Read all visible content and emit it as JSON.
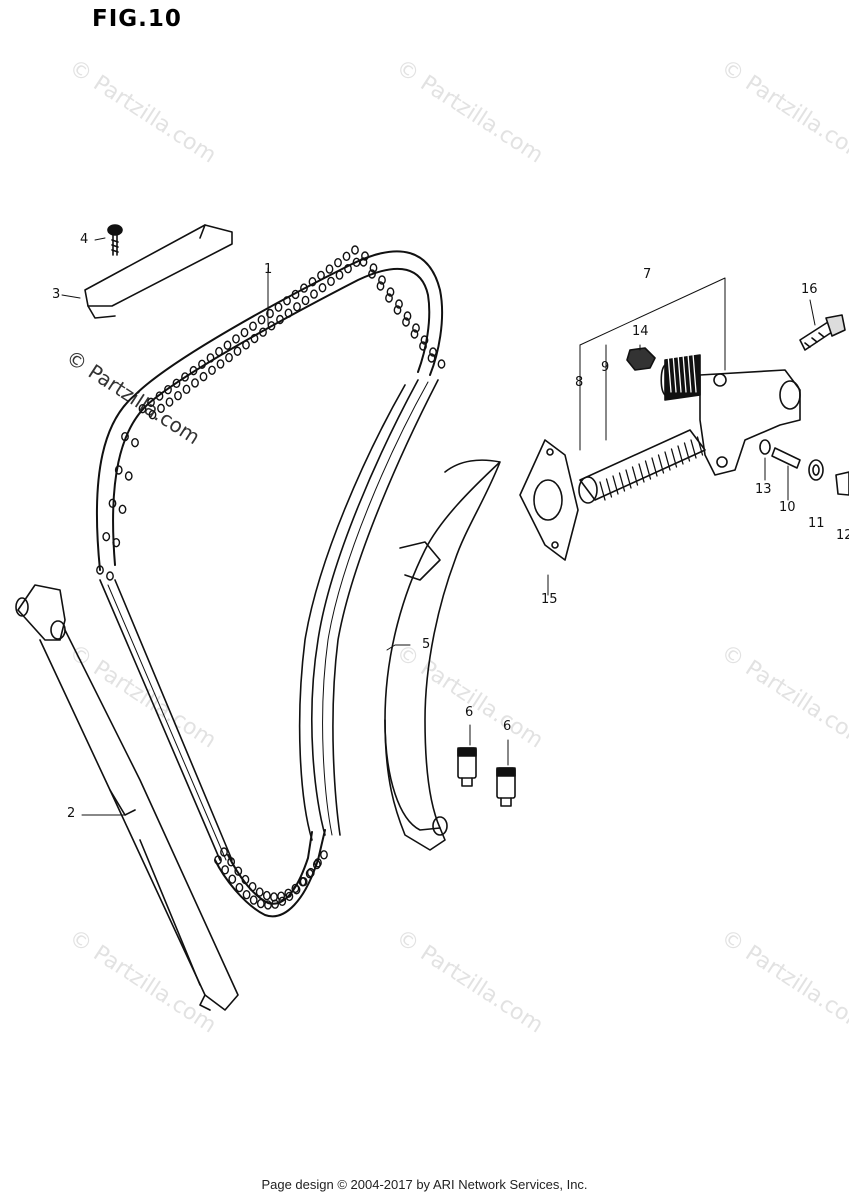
{
  "figure": {
    "title": "FIG.10"
  },
  "watermark": {
    "text": "Partzilla.com"
  },
  "callouts": [
    "1",
    "2",
    "3",
    "4",
    "5",
    "6",
    "6",
    "7",
    "8",
    "9",
    "10",
    "11",
    "12",
    "13",
    "14",
    "15",
    "16"
  ],
  "footer": {
    "text": "Page design © 2004-2017 by ARI Network Services, Inc."
  }
}
